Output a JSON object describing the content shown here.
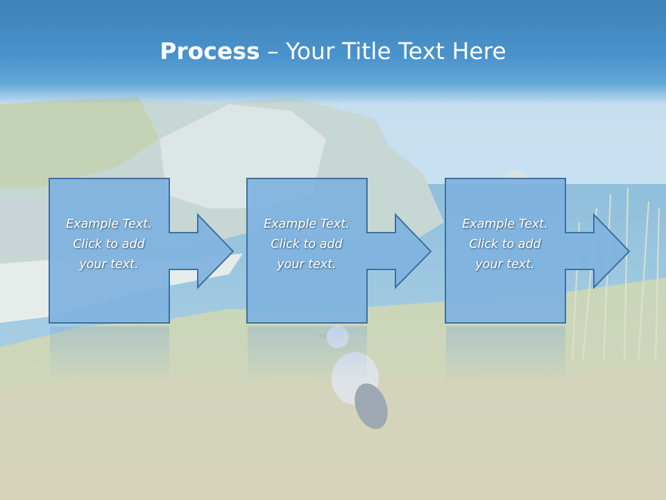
{
  "slide": {
    "title_bold": "Process",
    "title_rest": " – Your Title Text Here"
  },
  "steps": [
    {
      "lines": [
        "Example Text.",
        "Click  to add",
        "your text."
      ]
    },
    {
      "lines": [
        "Example Text.",
        "Click  to add",
        "your text."
      ]
    },
    {
      "lines": [
        "Example Text.",
        "Click  to add",
        "your text."
      ]
    }
  ],
  "colors": {
    "title_bar": "#4a93cc",
    "box_fill": "#7fb3df",
    "box_border": "#3e6f9d",
    "text": "#ffffff"
  }
}
